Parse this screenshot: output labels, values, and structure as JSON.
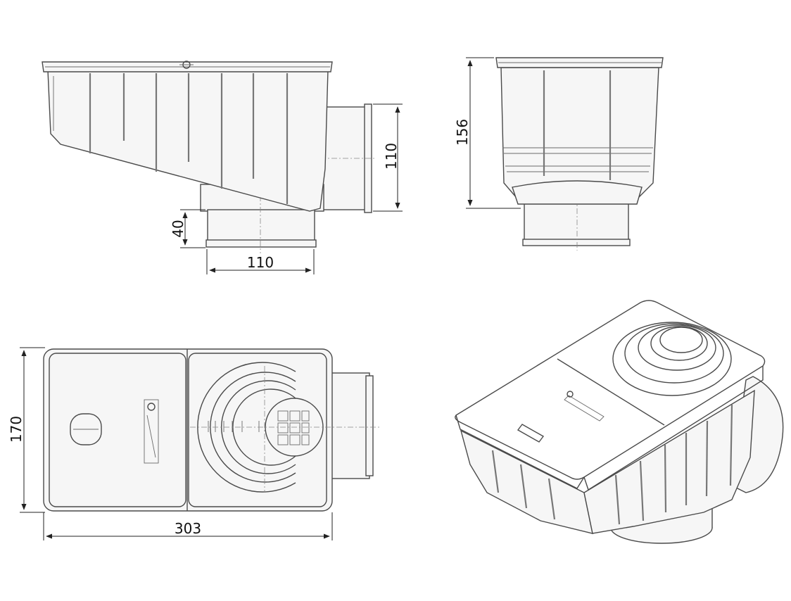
{
  "dimensions": {
    "side_outlet_height": "110",
    "bottom_outlet_depth": "40",
    "bottom_outlet_width": "110",
    "total_height": "156",
    "plan_width": "170",
    "plan_length": "303"
  },
  "colors": {
    "outline": "#4a4a4a",
    "dimension": "#222222",
    "background": "#ffffff"
  },
  "icons": [
    "manufacturer-logo-icon",
    "grate-pattern-icon",
    "bucket-lid-icon"
  ]
}
